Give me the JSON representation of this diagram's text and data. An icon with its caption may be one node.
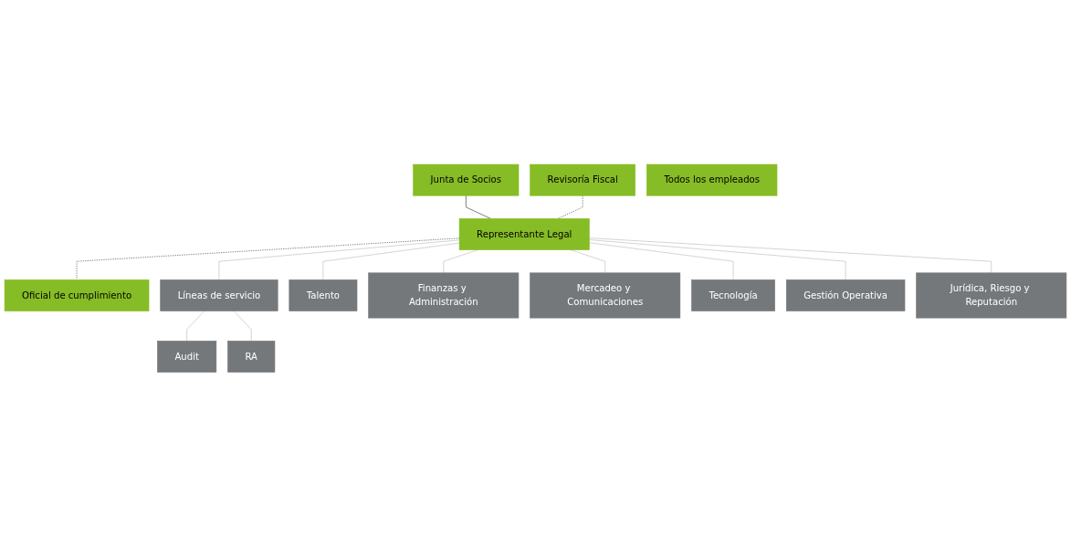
{
  "diagram": {
    "nodes": [
      {
        "text": [
          "Junta de Socios"
        ]
      },
      {
        "text": [
          "Revisoría Fiscal"
        ]
      },
      {
        "text": [
          "Representante Legal"
        ]
      },
      {
        "text": [
          "Oficial de cumplimiento"
        ]
      },
      {
        "text": [
          "Líneas de servicio"
        ]
      },
      {
        "text": [
          "Talento"
        ]
      },
      {
        "text": [
          "Finanzas y Administración"
        ]
      },
      {
        "text": [
          "Mercadeo y Comunicaciones"
        ]
      },
      {
        "text": [
          "Tecnología"
        ]
      },
      {
        "text": [
          "Gestión Operativa"
        ]
      },
      {
        "text": [
          "Jurídica, Riesgo y Reputación"
        ]
      },
      {
        "text": [
          "Audit"
        ]
      },
      {
        "text": [
          "RA"
        ]
      },
      {
        "text": [
          "Todos los empleados"
        ]
      }
    ],
    "edges": [
      {
        "from": 0,
        "to": 2,
        "arrow": "none",
        "color": "#333333"
      },
      {
        "from": 1,
        "to": 2,
        "arrow": "none",
        "style": "dashed",
        "color": "#333333"
      },
      {
        "from": 2,
        "to": 3,
        "arrow": "none",
        "style": "dashed",
        "color": "#333333"
      },
      {
        "from": 2,
        "to": 4,
        "arrow": "none"
      },
      {
        "from": 2,
        "to": 5,
        "arrow": "none"
      },
      {
        "from": 2,
        "to": 6,
        "arrow": "none"
      },
      {
        "from": 2,
        "to": 7,
        "arrow": "none"
      },
      {
        "from": 2,
        "to": 8,
        "arrow": "none"
      },
      {
        "from": 2,
        "to": 9,
        "arrow": "none"
      },
      {
        "from": 2,
        "to": 10,
        "arrow": "none"
      },
      {
        "from": 4,
        "to": 11,
        "arrow": "none"
      },
      {
        "from": 4,
        "to": 12,
        "arrow": "none"
      }
    ]
  }
}
